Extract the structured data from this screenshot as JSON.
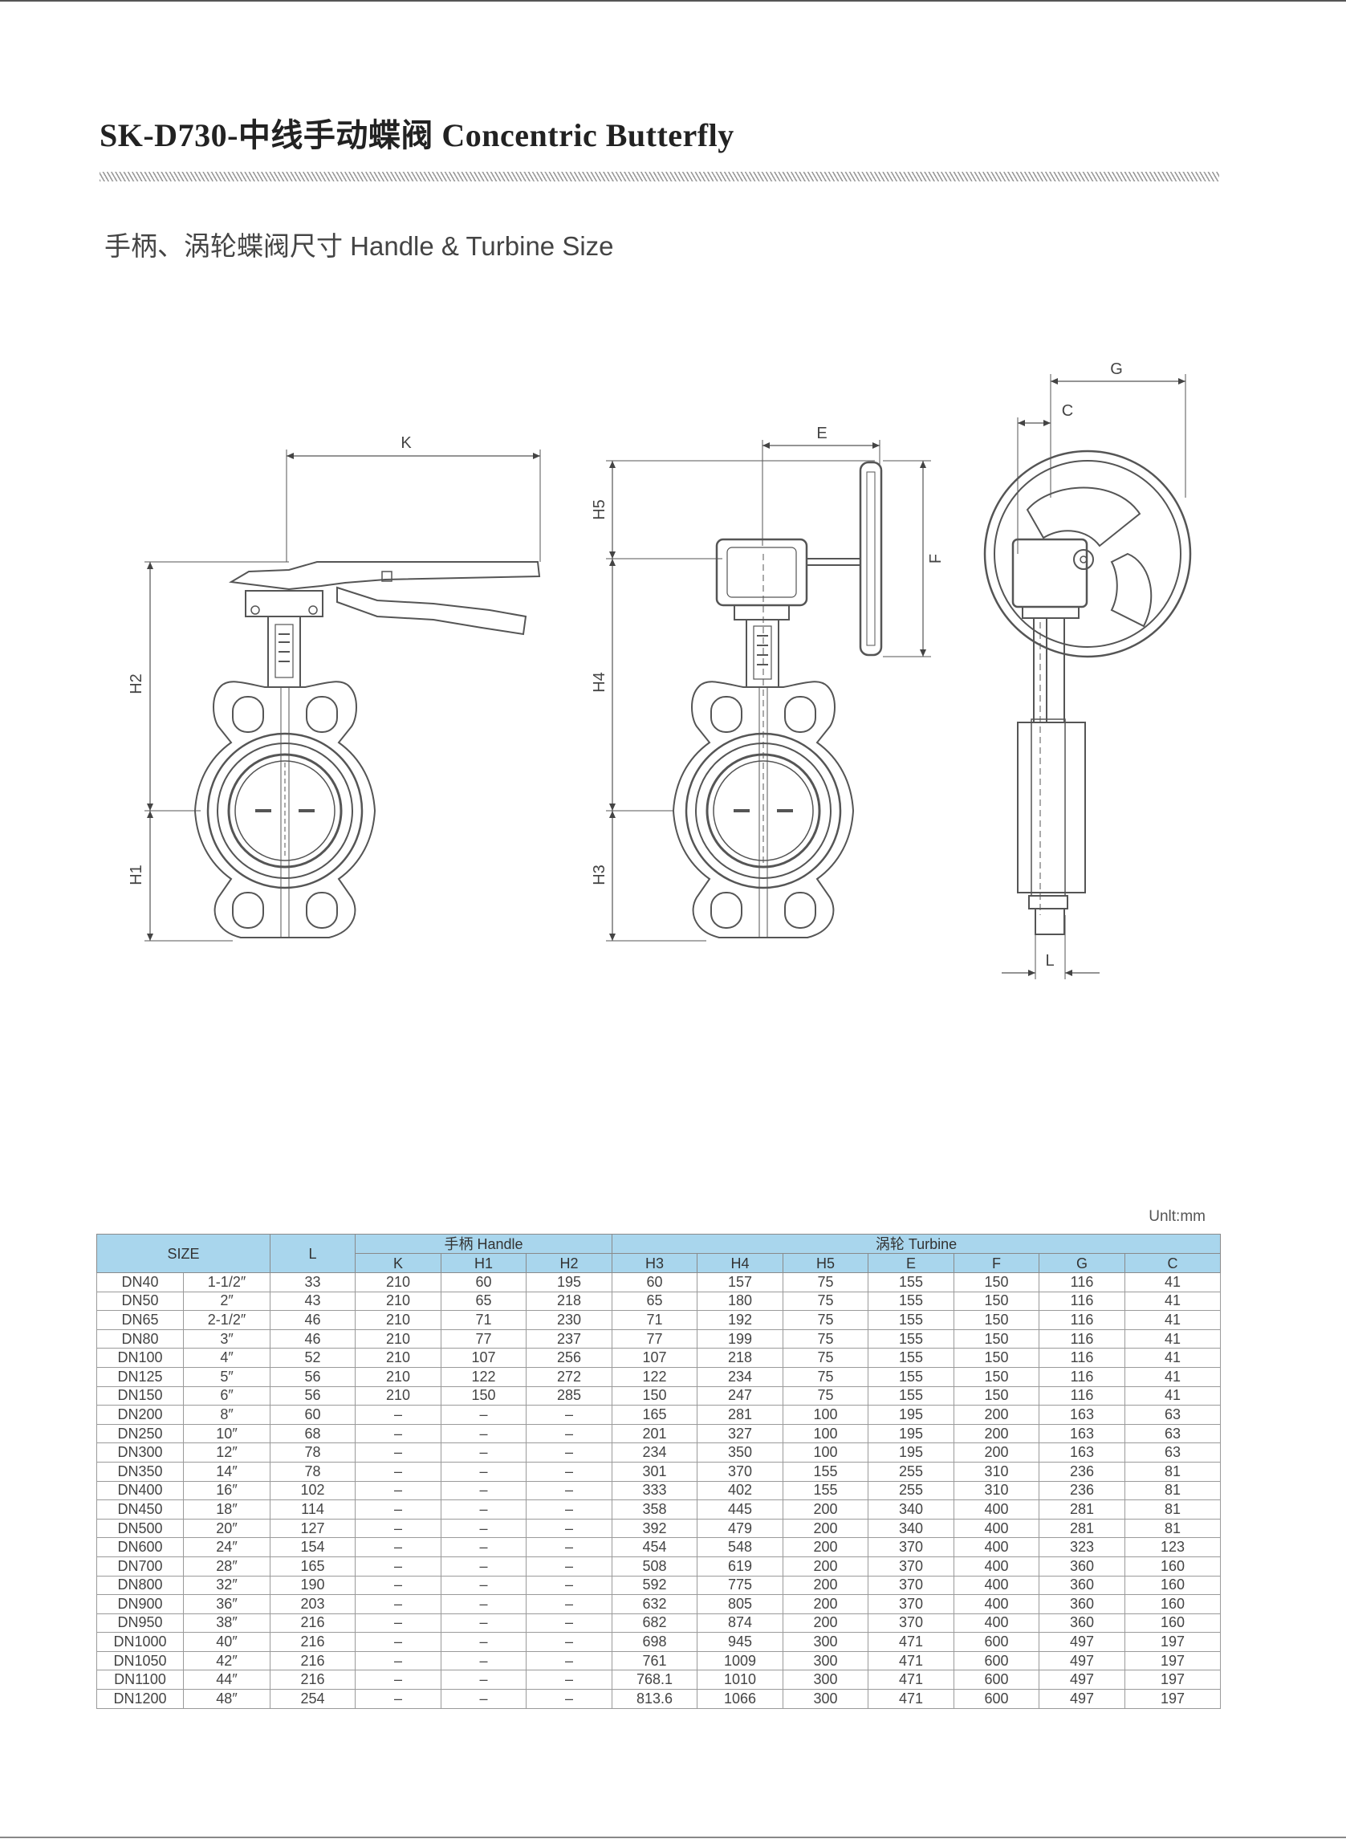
{
  "header": {
    "title": "SK-D730-中线手动蝶阀 Concentric Butterfly",
    "subtitle": "手柄、涡轮蝶阀尺寸 Handle & Turbine Size"
  },
  "drawing": {
    "labels": {
      "K": "K",
      "H2": "H2",
      "H1": "H1",
      "E": "E",
      "H5": "H5",
      "H4": "H4",
      "H3": "H3",
      "F": "F",
      "G": "G",
      "C": "C",
      "L": "L"
    }
  },
  "table": {
    "unit": "Unlt:mm",
    "group_headers": {
      "size": "SIZE",
      "l": "L",
      "handle": "手柄 Handle",
      "turbine": "涡轮 Turbine"
    },
    "sub_headers": [
      "K",
      "H1",
      "H2",
      "H3",
      "H4",
      "H5",
      "E",
      "F",
      "G",
      "C"
    ],
    "rows": [
      [
        "DN40",
        "1-1/2″",
        "33",
        "210",
        "60",
        "195",
        "60",
        "157",
        "75",
        "155",
        "150",
        "116",
        "41"
      ],
      [
        "DN50",
        "2″",
        "43",
        "210",
        "65",
        "218",
        "65",
        "180",
        "75",
        "155",
        "150",
        "116",
        "41"
      ],
      [
        "DN65",
        "2-1/2″",
        "46",
        "210",
        "71",
        "230",
        "71",
        "192",
        "75",
        "155",
        "150",
        "116",
        "41"
      ],
      [
        "DN80",
        "3″",
        "46",
        "210",
        "77",
        "237",
        "77",
        "199",
        "75",
        "155",
        "150",
        "116",
        "41"
      ],
      [
        "DN100",
        "4″",
        "52",
        "210",
        "107",
        "256",
        "107",
        "218",
        "75",
        "155",
        "150",
        "116",
        "41"
      ],
      [
        "DN125",
        "5″",
        "56",
        "210",
        "122",
        "272",
        "122",
        "234",
        "75",
        "155",
        "150",
        "116",
        "41"
      ],
      [
        "DN150",
        "6″",
        "56",
        "210",
        "150",
        "285",
        "150",
        "247",
        "75",
        "155",
        "150",
        "116",
        "41"
      ],
      [
        "DN200",
        "8″",
        "60",
        "–",
        "–",
        "–",
        "165",
        "281",
        "100",
        "195",
        "200",
        "163",
        "63"
      ],
      [
        "DN250",
        "10″",
        "68",
        "–",
        "–",
        "–",
        "201",
        "327",
        "100",
        "195",
        "200",
        "163",
        "63"
      ],
      [
        "DN300",
        "12″",
        "78",
        "–",
        "–",
        "–",
        "234",
        "350",
        "100",
        "195",
        "200",
        "163",
        "63"
      ],
      [
        "DN350",
        "14″",
        "78",
        "–",
        "–",
        "–",
        "301",
        "370",
        "155",
        "255",
        "310",
        "236",
        "81"
      ],
      [
        "DN400",
        "16″",
        "102",
        "–",
        "–",
        "–",
        "333",
        "402",
        "155",
        "255",
        "310",
        "236",
        "81"
      ],
      [
        "DN450",
        "18″",
        "114",
        "–",
        "–",
        "–",
        "358",
        "445",
        "200",
        "340",
        "400",
        "281",
        "81"
      ],
      [
        "DN500",
        "20″",
        "127",
        "–",
        "–",
        "–",
        "392",
        "479",
        "200",
        "340",
        "400",
        "281",
        "81"
      ],
      [
        "DN600",
        "24″",
        "154",
        "–",
        "–",
        "–",
        "454",
        "548",
        "200",
        "370",
        "400",
        "323",
        "123"
      ],
      [
        "DN700",
        "28″",
        "165",
        "–",
        "–",
        "–",
        "508",
        "619",
        "200",
        "370",
        "400",
        "360",
        "160"
      ],
      [
        "DN800",
        "32″",
        "190",
        "–",
        "–",
        "–",
        "592",
        "775",
        "200",
        "370",
        "400",
        "360",
        "160"
      ],
      [
        "DN900",
        "36″",
        "203",
        "–",
        "–",
        "–",
        "632",
        "805",
        "200",
        "370",
        "400",
        "360",
        "160"
      ],
      [
        "DN950",
        "38″",
        "216",
        "–",
        "–",
        "–",
        "682",
        "874",
        "200",
        "370",
        "400",
        "360",
        "160"
      ],
      [
        "DN1000",
        "40″",
        "216",
        "–",
        "–",
        "–",
        "698",
        "945",
        "300",
        "471",
        "600",
        "497",
        "197"
      ],
      [
        "DN1050",
        "42″",
        "216",
        "–",
        "–",
        "–",
        "761",
        "1009",
        "300",
        "471",
        "600",
        "497",
        "197"
      ],
      [
        "DN1100",
        "44″",
        "216",
        "–",
        "–",
        "–",
        "768.1",
        "1010",
        "300",
        "471",
        "600",
        "497",
        "197"
      ],
      [
        "DN1200",
        "48″",
        "254",
        "–",
        "–",
        "–",
        "813.6",
        "1066",
        "300",
        "471",
        "600",
        "497",
        "197"
      ]
    ]
  },
  "colors": {
    "table_header_bg": "#a9d6ed",
    "line": "#555555"
  }
}
